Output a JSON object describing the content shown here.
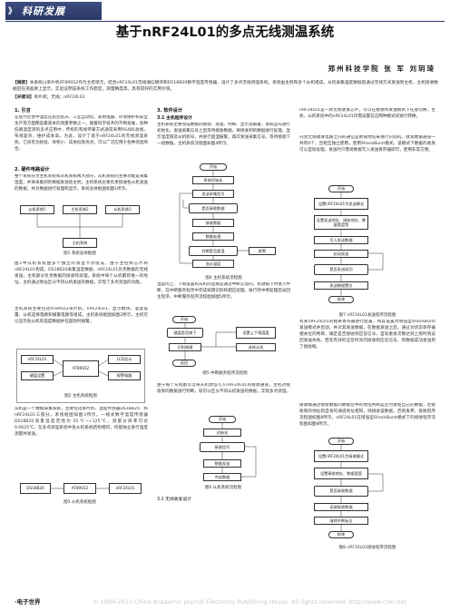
{
  "header": {
    "section_label": "科研发展",
    "arrow_glyph": "》"
  },
  "title": "基于nRF24L01的多点无线测温系统",
  "authors": "郑州科技学院  张 军  刘玥琦",
  "abstract": {
    "label": "【摘要】",
    "text": "本系统以单片机AT89S52作为主控单元，结合nRF24L01无线通信模块和DS18B20数字温度传感器，设计了多点无线测温系统，系统由主机和多个从机组成，从机采集温度数据后通过无线方式发送到主机，主机接收数据后在液晶屏上显示。实验证明该系统工作稳定，测量精度高，具有较好的实用价值。"
  },
  "keywords": {
    "label": "【关键词】",
    "text": "单片机；无线；nRF24L01"
  },
  "col1": {
    "s1_title": "1. 引言",
    "s1_text": "在现代社会中温度在航空航天、工业自动化、家用电器、环境保护和安全生产等方面都是最基本的测量参数之一，随着科学技术的不断发展，各种低端温度测的多点应用中，传统的有线传输方式通常采用RS485总线，布线复杂，维护成本高。为此，设计了基于nRF24L01的无线测温系统，它具有功耗低、体积小、成本低等优点，可以广泛应用于各种测温场合。",
    "s2_title": "2. 硬件电路设计",
    "s2_text": "整个系统分为主机系统和从机系统两大部分，从机系统的主要功能是采集温度，并将采集到的数据发送给主机；主机系统主要负责接收各从机发送的数据，并对数据进行处理和显示，系统总体框图如图1所示。",
    "fig1_boxes": [
      "从机系统1",
      "主机系统2",
      "从机系统3",
      "主机系统"
    ],
    "fig1_caption": "图1 系统总体框图",
    "s2_text2": "图1中从机系统由多个独立的测温节点组成，由于主控制芯片和nRF24L01构成，DS18B20采集温度数据，nRF24L01负责数据的无线发送。主机部分负责数据的接收和处理。系统中每个从机都有唯一的地址，主机通过地址区分不同从机发送的数据，实现了多点测温的功能。",
    "s2_text3": "主机系统主要包括AT89S52单片机、nRF24L01、显示模块、温度设置、从机选择电路和报警电路等组成，主机系统框图如图2所示，主机可以显示各从机的温度数据并在超限时报警。",
    "fig2_boxes": [
      "AT89S52",
      "nRF24L01",
      "LCD显示",
      "报警电路",
      "键盘设置"
    ],
    "fig2_caption": "图2 主机系统框图",
    "s2_text4": "从机是一个数据采集系统，主要包括单片机、温度传感器DS18B20、和nRF24L01三部分。系统框图如图3所示。一线式数字温度传感器DS18B20测量温度范围为-55℃~+125℃，测量分辨率可达0.0625℃。在多点测温系统中各从机系统结构相同，均能独立进行温度测量并发送。",
    "fig3_boxes": [
      "DS18B20",
      "AT89S52",
      "nRF24L01"
    ],
    "fig3_caption": "图3 从机系统框图"
  },
  "col2": {
    "s3_title": "3. 软件设计",
    "s31_title": "3.1 主机程序设计",
    "s31_text": "主机系统主要完成数据的接收、处理、判断、显示及报警，系统首先进行初始化，发送采集信号之后等待接收数据，将接收到的数据进行处理、显示温度值及从机标号，并进行超温报警，再次发送采集信号，等待接收下一组数据。主机系统流程图如图4所示。",
    "fig4_boxes": [
      "开始",
      "系统初始化",
      "发送采集信号",
      "是否接收数据",
      "接收数据",
      "数据处理",
      "判断是否超温",
      "报警",
      "显示温度"
    ],
    "fig4_caption": "图4 主机系统流程图",
    "s31_text2": "温度的上、下限设置和从机的选择是通过中断实现的，有键按下时进入中断，在中断服务程序中完成按键识别和相应处理，执行完中断处理后返回主程序，中断服务程序流程图如图5所示。",
    "fig5_boxes": [
      "开始",
      "键盘是否按下",
      "识别按键",
      "设置上下限温度",
      "选择从机",
      "返回"
    ],
    "fig5_caption": "图5 中断服务程序流程图",
    "s31_text3": "由于每个从机都可以将从机地址写入nRF24L01的接收通道，主机对接收到的数据进行判断，就可以区分不同从机发送的数据，实现多点测温。",
    "fig6_boxes": [
      "开始",
      "初始化",
      "接收信号",
      "数据发送",
      "完成数据"
    ],
    "fig6_caption": "图6 从机系统流程图",
    "s32_title": "3.2 无线收发设计"
  },
  "col3": {
    "text1": "nRF24L01是一款无线收发芯片，可以在接收和发送模式下任意切换，主机、从机系统中的nRF24L01均需设置在这两种模式间进行转换。",
    "text2": "内含无线收发电路之间的通信是依靠地址来进行识别的。收发数据通道一共有6个，且相互独立使用。使用ShockBurst模式，该模式下数据的收发可以自动处理，发送时只需将数据写入发送寄存器即可，使用非常方便。",
    "fig7_boxes": [
      "开始",
      "设置nRF24L01为发送模式",
      "设置发送地址、接收地址、数据宽度等",
      "写入发送数据",
      "启动发送",
      "是否发送成功",
      "发送数据置位",
      "结束"
    ],
    "fig7_caption": "图7 nRF24L01发送程序流程图",
    "text3": "有关nRF24L01的相关寄存器进行配置，将其设置为增强型ShockBurst发送模式并启动，并对其发送数据，在数据发送之后，通过对状态寄存器相关位的判断，确定是否接收到应答信号，自动重发次数达到上限时则返回发送失败。若在有效的应答时间内接收到应答信号，则数据成功发送到了接收端。",
    "text4": "接收端通过接收数据的数据包中的地址判断是否为发给自己的数据，若接收到的地址和自身的通道地址相同，则接收该数据，否则丢弃。接收程序流程图如图8所示，nRF24L01在增强型ShockBurst模式下的接收程序流程图如图8所示。",
    "fig8_boxes": [
      "开始",
      "设置nRF24L01为接收模式",
      "设置接收地址、数据宽度",
      "是否接收数据",
      "读取接收数据",
      "清除中断标志",
      "结束"
    ],
    "fig8_caption": "图8 nRF24L01接收程序流程图"
  },
  "footer": {
    "page_label": "·电子世界",
    "copyright": "© 1994-2013 China Academic Journal Electronic Publishing House. All rights reserved.   http://www.cnki.net"
  }
}
